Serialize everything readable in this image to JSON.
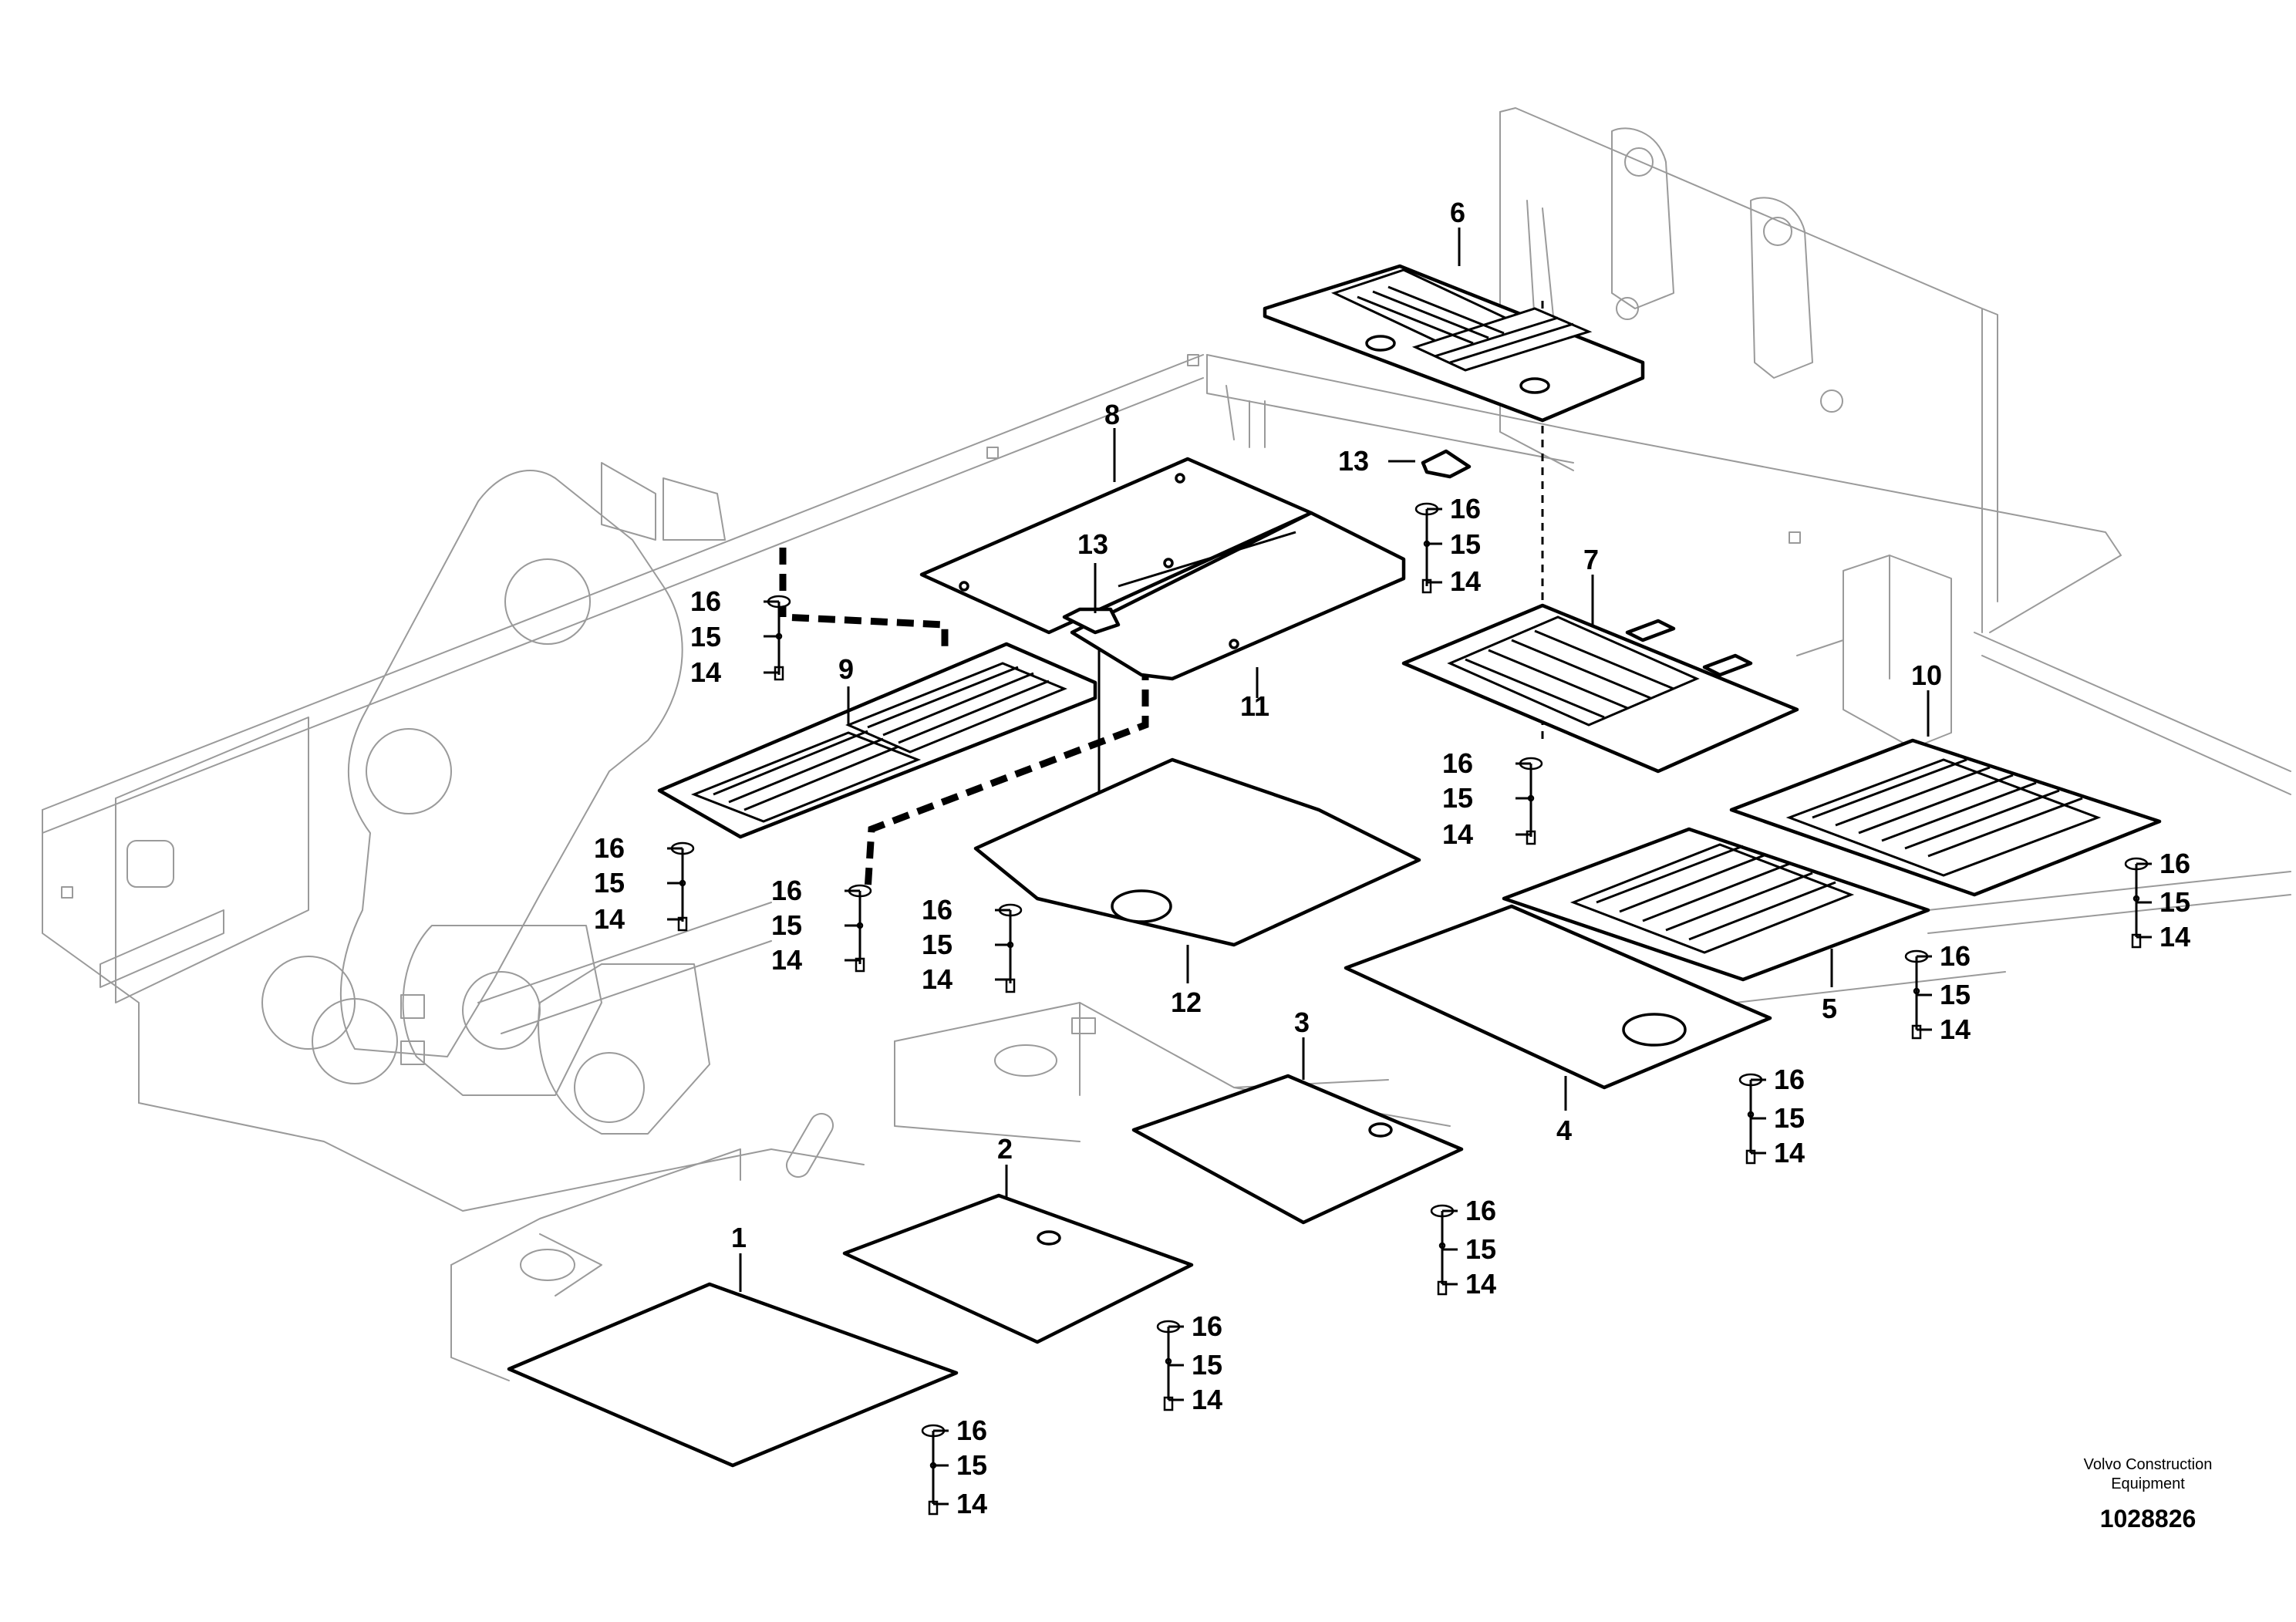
{
  "labels": {
    "p1": "1",
    "p2": "2",
    "p3": "3",
    "p4": "4",
    "p5": "5",
    "p6": "6",
    "p7": "7",
    "p8": "8",
    "p9": "9",
    "p10": "10",
    "p11": "11",
    "p12": "12",
    "p13": "13",
    "p14": "14",
    "p15": "15",
    "p16": "16"
  },
  "footer": {
    "company_line1": "Volvo Construction",
    "company_line2": "Equipment",
    "drawing_number": "1028826"
  }
}
